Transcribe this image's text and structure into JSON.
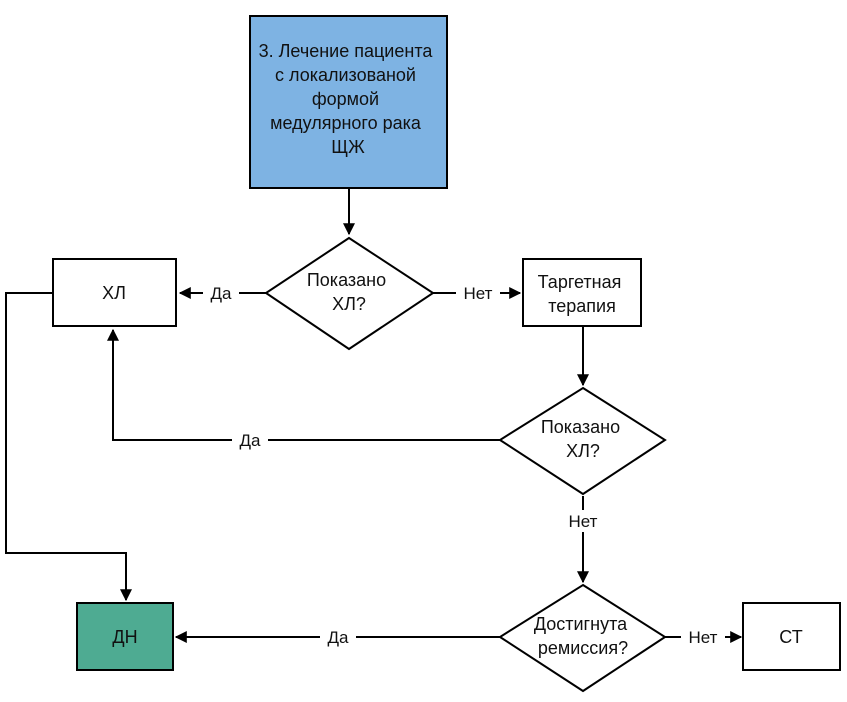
{
  "nodes": {
    "start": {
      "lines": [
        "3. Лечение пациента",
        "с локализованой",
        "формой",
        "медулярного рака",
        "ЩЖ"
      ],
      "fill": "#7eb3e3"
    },
    "decision1": {
      "lines": [
        "Показано",
        "ХЛ?"
      ]
    },
    "hl": {
      "lines": [
        "ХЛ"
      ]
    },
    "target": {
      "lines": [
        "Таргетная",
        "терапия"
      ]
    },
    "decision2": {
      "lines": [
        "Показано",
        "ХЛ?"
      ]
    },
    "decision3": {
      "lines": [
        "Достигнута",
        "ремиссия?"
      ]
    },
    "dn": {
      "lines": [
        "ДН"
      ],
      "fill": "#4eab92"
    },
    "st": {
      "lines": [
        "СТ"
      ]
    }
  },
  "edges": {
    "d1_yes": "Да",
    "d1_no": "Нет",
    "d2_yes": "Да",
    "d2_no": "Нет",
    "d3_yes": "Да",
    "d3_no": "Нет"
  }
}
